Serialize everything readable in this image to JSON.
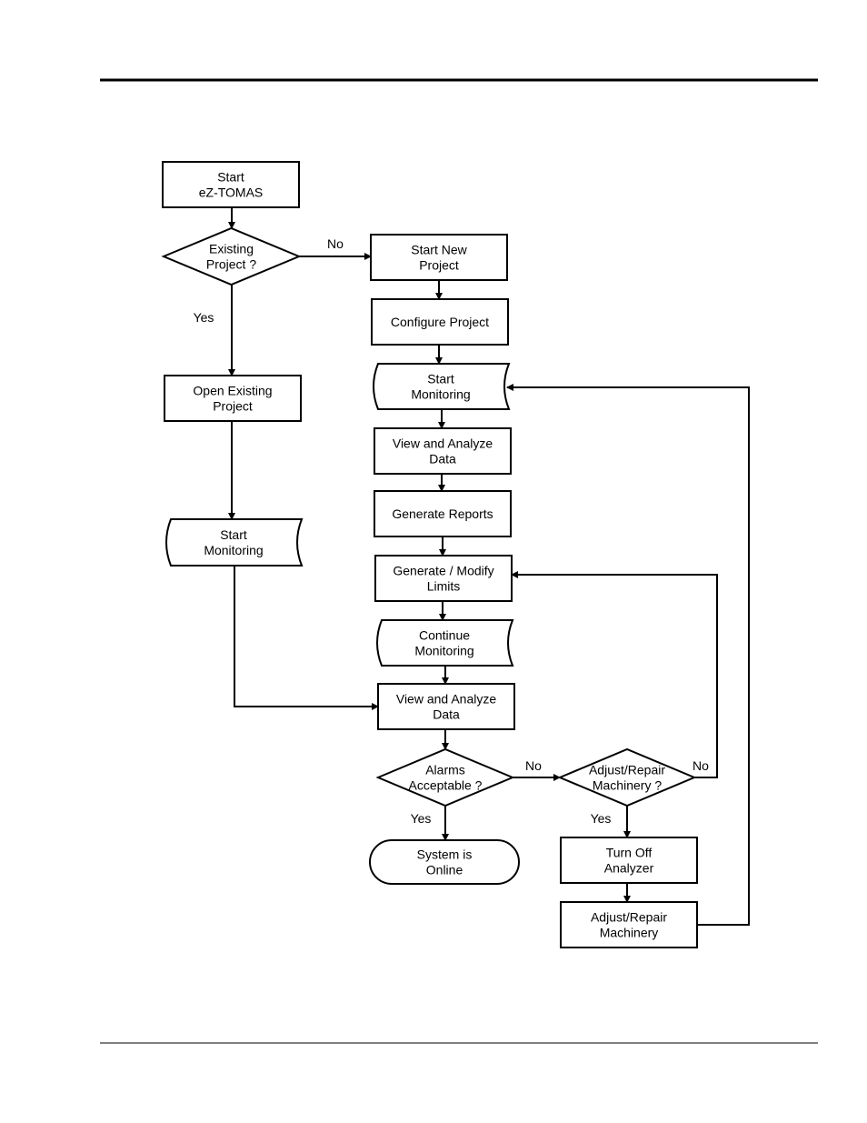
{
  "flowchart": {
    "nodes": [
      {
        "id": "start",
        "shape": "rect",
        "lines": [
          "Start",
          "eZ-TOMAS"
        ]
      },
      {
        "id": "existing",
        "shape": "diamond",
        "lines": [
          "Existing",
          "Project ?"
        ]
      },
      {
        "id": "new",
        "shape": "rect",
        "lines": [
          "Start New",
          "Project"
        ]
      },
      {
        "id": "configure",
        "shape": "rect",
        "lines": [
          "Configure Project"
        ]
      },
      {
        "id": "monitorR",
        "shape": "stored",
        "lines": [
          "Start",
          "Monitoring"
        ]
      },
      {
        "id": "view1",
        "shape": "rect",
        "lines": [
          "View and Analyze",
          "Data"
        ]
      },
      {
        "id": "reports",
        "shape": "rect",
        "lines": [
          "Generate Reports"
        ]
      },
      {
        "id": "limits",
        "shape": "rect",
        "lines": [
          "Generate / Modify",
          "Limits"
        ]
      },
      {
        "id": "continue",
        "shape": "stored",
        "lines": [
          "Continue",
          "Monitoring"
        ]
      },
      {
        "id": "view2",
        "shape": "rect",
        "lines": [
          "View and Analyze",
          "Data"
        ]
      },
      {
        "id": "alarms",
        "shape": "diamond",
        "lines": [
          "Alarms",
          "Acceptable ?"
        ]
      },
      {
        "id": "online",
        "shape": "terminal",
        "lines": [
          "System is",
          "Online"
        ]
      },
      {
        "id": "adjustQ",
        "shape": "diamond",
        "lines": [
          "Adjust/Repair",
          "Machinery ?"
        ]
      },
      {
        "id": "turnoff",
        "shape": "rect",
        "lines": [
          "Turn Off",
          "Analyzer"
        ]
      },
      {
        "id": "adjust",
        "shape": "rect",
        "lines": [
          "Adjust/Repair",
          "Machinery"
        ]
      },
      {
        "id": "open",
        "shape": "rect",
        "lines": [
          "Open Existing",
          "Project"
        ]
      },
      {
        "id": "monitorL",
        "shape": "stored",
        "lines": [
          "Start",
          "Monitoring"
        ]
      }
    ],
    "edge_labels": [
      {
        "id": "no1",
        "text": "No"
      },
      {
        "id": "yes1",
        "text": "Yes"
      },
      {
        "id": "no2",
        "text": "No"
      },
      {
        "id": "yes2",
        "text": "Yes"
      },
      {
        "id": "no3",
        "text": "No"
      },
      {
        "id": "yes3",
        "text": "Yes"
      }
    ]
  }
}
